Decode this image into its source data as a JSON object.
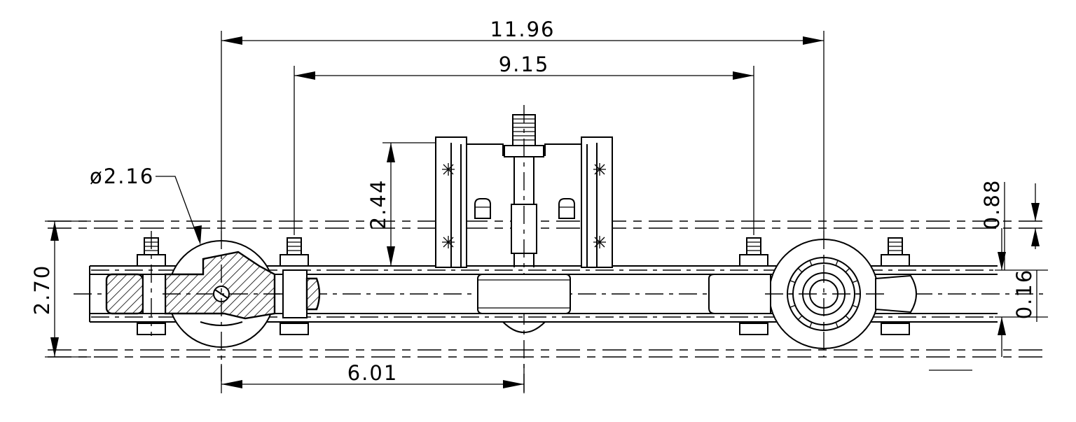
{
  "dimensions": {
    "overall_span": "11.96",
    "inner_span": "9.15",
    "height_main": "2.70",
    "height_bracket": "2.44",
    "roller_diameter": "ø2.16",
    "offset_left": "6.01",
    "gap_top": "0.88",
    "gap_mid": "0.16"
  }
}
